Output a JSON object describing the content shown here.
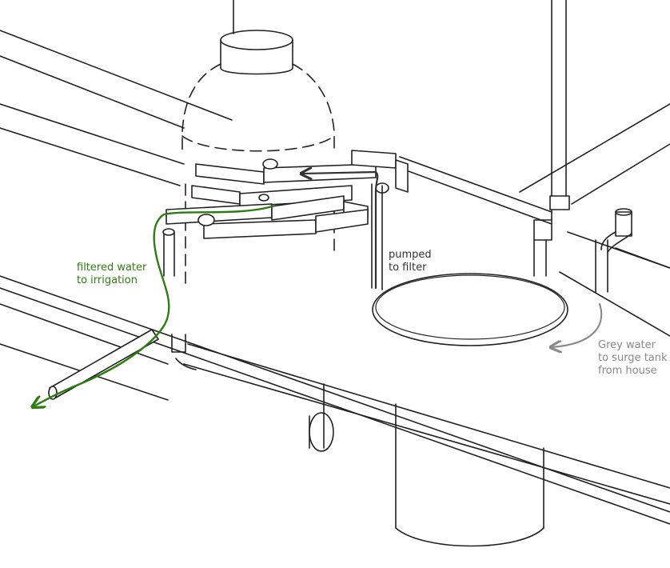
{
  "labels": {
    "pumped": "pumped\nto filter",
    "filtered": "filtered water\nto irrigation",
    "grey": "Grey water\nto surge tank\nfrom house"
  },
  "colors": {
    "ink": "#222222",
    "pumped_label": "#333333",
    "filtered": "#2e7d12",
    "grey": "#8a8a8a"
  }
}
